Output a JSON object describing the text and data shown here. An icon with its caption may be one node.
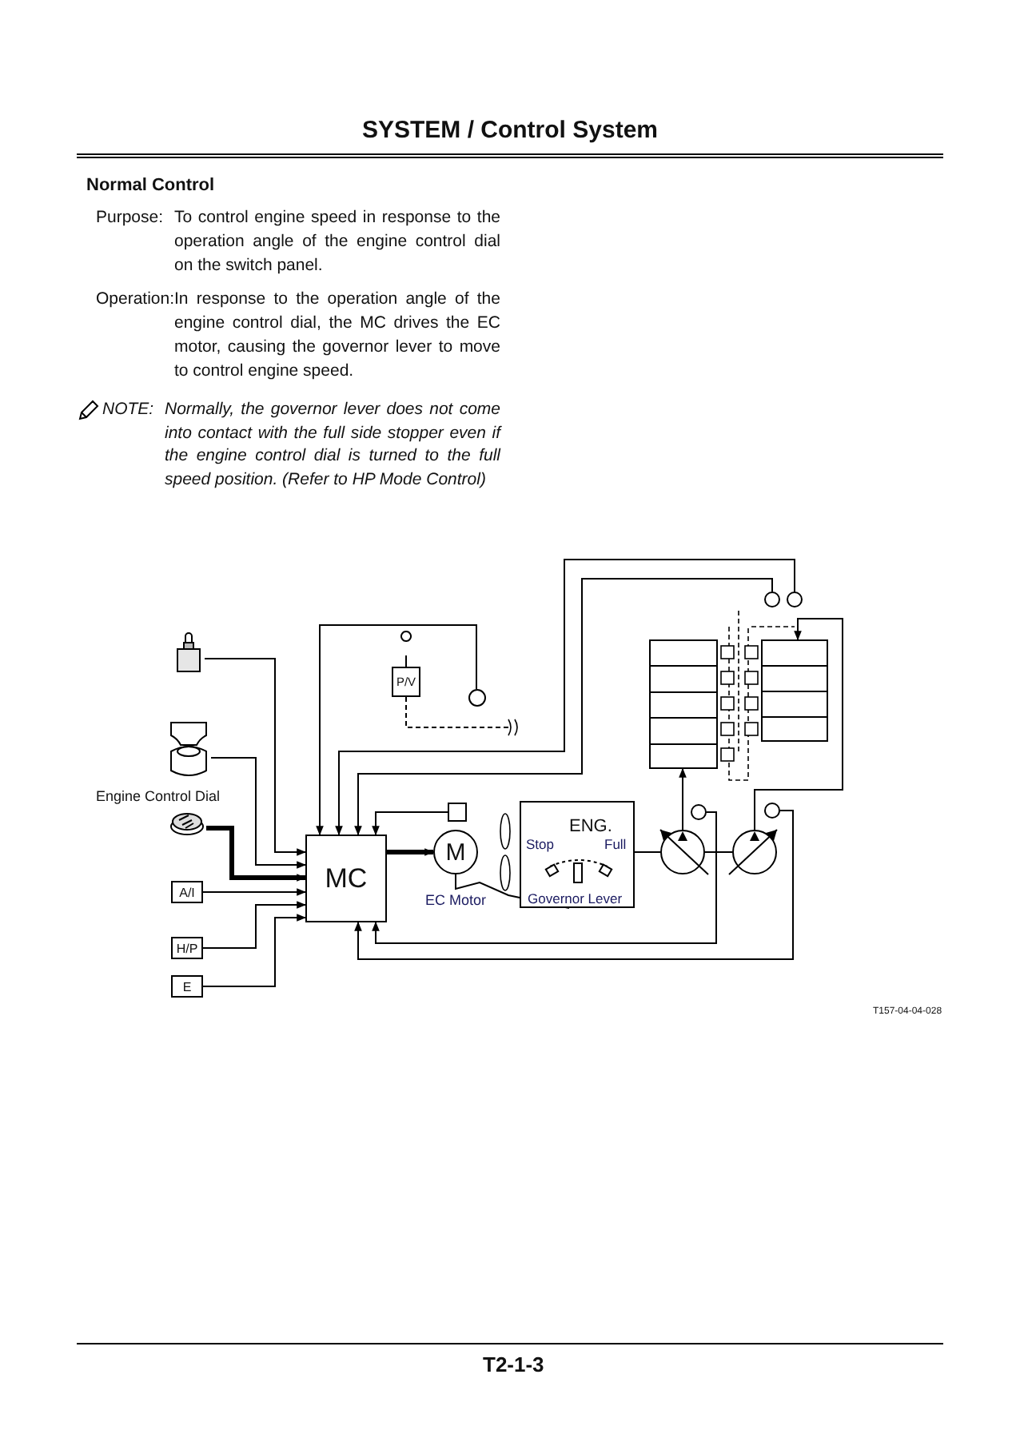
{
  "diagram": {
    "title": "SYSTEM / Control System",
    "nodes": [
      {
        "text": [
          "MC"
        ]
      },
      {
        "text": [],
        "shape": "box"
      },
      {
        "text": [],
        "shape": "picture"
      },
      {
        "text": [],
        "shape": "circle"
      },
      {
        "text": [
          "A/I"
        ]
      },
      {
        "text": [
          "H/P"
        ]
      },
      {
        "text": [
          "E"
        ]
      },
      {
        "text": [
          "P/V"
        ]
      },
      {
        "text": [],
        "shape": "circle"
      },
      {
        "text": [],
        "shape": "box"
      },
      {
        "text": [
          "M"
        ],
        "beside": [
          "EC Motor"
        ]
      },
      {
        "text": [
          "ENG.",
          "Stop",
          "Full",
          "Governor Lever"
        ]
      },
      {
        "text": [],
        "shape": "circle"
      },
      {
        "text": [],
        "shape": "circle"
      },
      {
        "text": [],
        "shape": "box"
      },
      {
        "text": [],
        "shape": "box"
      },
      {
        "text": [],
        "shape": "circle"
      },
      {
        "text": [],
        "shape": "circle"
      },
      {
        "text": [],
        "shape": "circle"
      },
      {
        "text": [],
        "shape": "circle"
      }
    ],
    "edges": [
      {
        "from": 1,
        "to": 0,
        "arrow": "to"
      },
      {
        "from": 2,
        "to": 0,
        "arrow": "to"
      },
      {
        "from": 3,
        "to": 0,
        "arrow": "to",
        "style": "thick"
      },
      {
        "from": 4,
        "to": 0,
        "arrow": "to"
      },
      {
        "from": 5,
        "to": 0,
        "arrow": "to"
      },
      {
        "from": 6,
        "to": 0,
        "arrow": "to"
      },
      {
        "from": 8,
        "to": 0,
        "arrow": "to"
      },
      {
        "from": 9,
        "to": 0,
        "arrow": "to"
      },
      {
        "from": 17,
        "to": 0,
        "arrow": "to"
      },
      {
        "from": 16,
        "to": 0,
        "arrow": "to"
      },
      {
        "from": 0,
        "to": 10,
        "arrow": "to",
        "style": "thick"
      },
      {
        "from": 10,
        "to": 11,
        "arrow": "none"
      },
      {
        "from": 11,
        "to": 12,
        "arrow": "none"
      },
      {
        "from": 12,
        "to": 13,
        "arrow": "none"
      },
      {
        "from": 12,
        "to": 14,
        "arrow": "to"
      },
      {
        "from": 13,
        "to": 15,
        "arrow": "to"
      },
      {
        "from": 18,
        "to": 0,
        "arrow": "to"
      },
      {
        "from": 19,
        "to": 0,
        "arrow": "to"
      },
      {
        "from": 7,
        "to": null,
        "arrow": "none",
        "style": "dashed"
      }
    ],
    "labels": [
      "Normal Control",
      "Purpose:",
      "To control engine speed in response to the operation angle of the engine control dial on the switch panel.",
      "Operation:",
      "In response to the operation angle of the engine control dial, the MC drives the EC motor, causing the governor lever to move to control engine speed.",
      "NOTE:",
      "Normally, the governor lever does not come into contact with the full side stopper even if the engine control dial is turned to the full speed position. (Refer to HP Mode Control)",
      "Engine Control Dial",
      "T157-04-04-028",
      "T2-1-3"
    ]
  }
}
